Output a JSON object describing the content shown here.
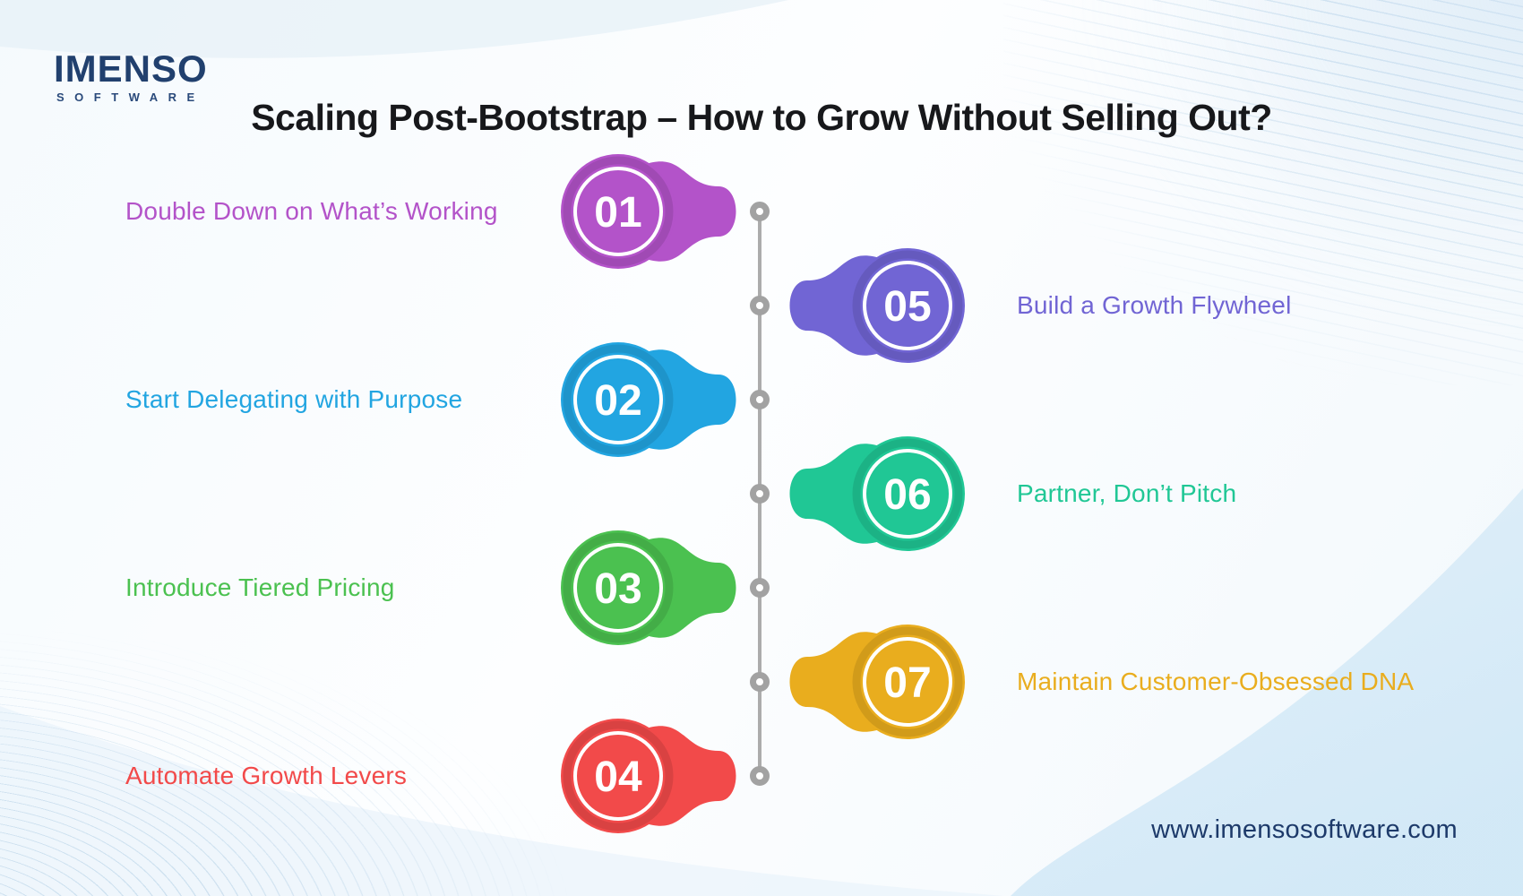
{
  "brand": {
    "name": "IMENSO",
    "tagline": "SOFTWARE",
    "website": "www.imensosoftware.com"
  },
  "header": {
    "title": "Scaling Post-Bootstrap – How to Grow Without Selling Out?"
  },
  "timeline": {
    "items": [
      {
        "number": "01",
        "label": "Double Down on What’s Working",
        "side": "left",
        "color": "#b353c9"
      },
      {
        "number": "02",
        "label": "Start Delegating with Purpose",
        "side": "left",
        "color": "#22a5e1"
      },
      {
        "number": "03",
        "label": "Introduce Tiered Pricing",
        "side": "left",
        "color": "#4bc150"
      },
      {
        "number": "04",
        "label": "Automate Growth Levers",
        "side": "left",
        "color": "#f24a4a"
      },
      {
        "number": "05",
        "label": "Build a Growth Flywheel",
        "side": "right",
        "color": "#7165d4"
      },
      {
        "number": "06",
        "label": "Partner, Don’t Pitch",
        "side": "right",
        "color": "#20c795"
      },
      {
        "number": "07",
        "label": "Maintain Customer-Obsessed DNA",
        "side": "right",
        "color": "#e9ad1e"
      }
    ]
  }
}
